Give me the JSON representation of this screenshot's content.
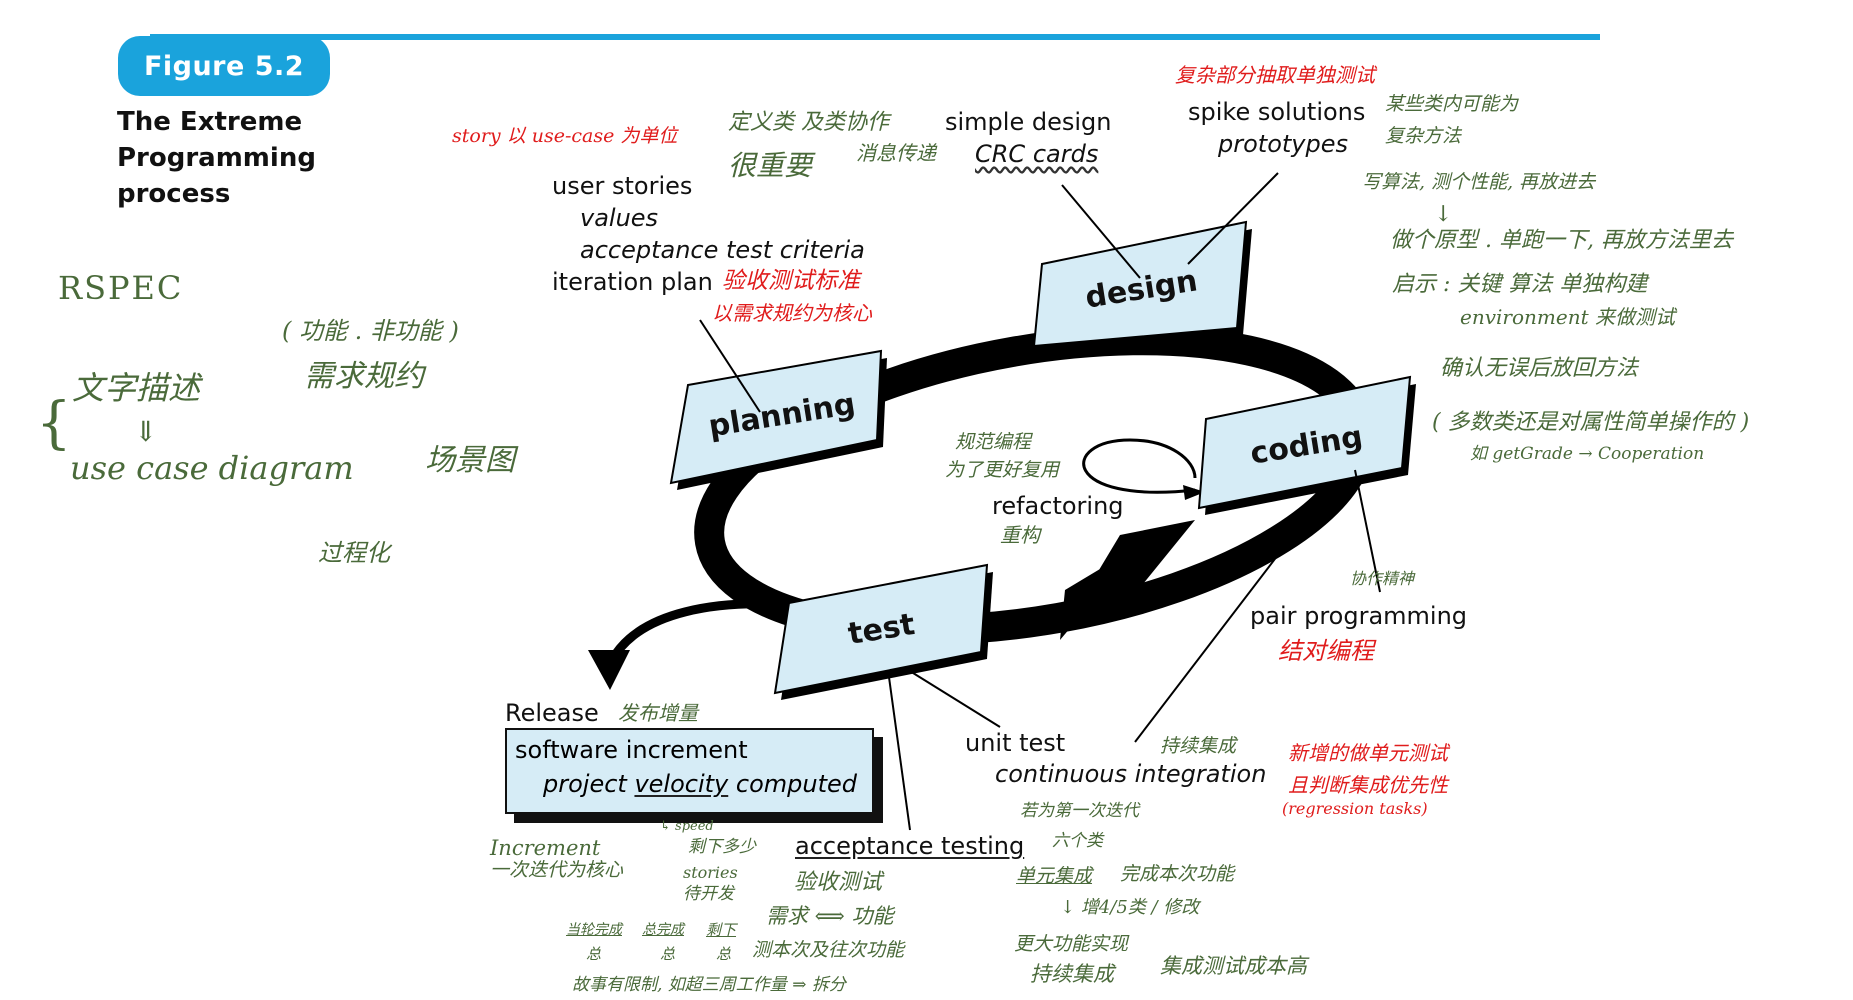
{
  "figure": {
    "tab_label": "Figure 5.2",
    "title_lines": [
      "The Extreme",
      "Programming",
      "process"
    ]
  },
  "phases": {
    "planning": "planning",
    "design": "design",
    "coding": "coding",
    "test": "test"
  },
  "labels": {
    "user_stories": "user stories",
    "values": "values",
    "acceptance_criteria": "acceptance test criteria",
    "iteration_plan": "iteration plan",
    "simple_design": "simple design",
    "crc_cards": "CRC cards",
    "spike_solutions": "spike solutions",
    "prototypes": "prototypes",
    "refactoring": "refactoring",
    "pair_programming": "pair programming",
    "unit_test": "unit test",
    "continuous_integration": "continuous integration",
    "release": "Release",
    "software_increment": "software increment",
    "project_velocity_pre": "project ",
    "project_velocity_word": "velocity",
    "project_velocity_post": " computed",
    "acceptance_testing": "acceptance testing"
  },
  "handwritten": {
    "story_use_case": "story 以 use-case 为单位",
    "define_class": "定义类 及类协作",
    "important": "很重要",
    "message_passing": "消息传递",
    "spike_note": "复杂部分抽取单独测试",
    "class_method_1": "某些类内可能为",
    "class_method_2": "复杂方法",
    "write_algo": "写算法, 测个性能, 再放进去",
    "arrow_down_1": "↓",
    "prototype_note": "做个原型 . 单跑一下, 再放方法里去",
    "enlighten": "启示 : 关键 算法 单独构建",
    "environment": "environment 来做测试",
    "confirm": "确认无误后放回方法",
    "most_classes": "( 多数类还是对属性简单操作的 )",
    "get_grade": "如  getGrade → Cooperation",
    "acceptance_std": "验收测试标准",
    "requirement_core": "以需求规约为核心",
    "rspec": "RSPEC",
    "func_nonfunc": "( 功能 . 非功能 )",
    "text_desc": "文字描述",
    "req_spec": "需求规约",
    "brace": "{",
    "double_arrow": "⇓",
    "use_case_diagram": "use case diagram",
    "scene_diagram": "场景图",
    "procedural": "过程化",
    "standard_coding": "规范编程",
    "better_reuse": "为了更好复用",
    "refactor_cn": "重构",
    "collaboration": "协作精神",
    "pair_cn": "结对编程",
    "release_incr": "发布增量",
    "speed": "↳ speed",
    "increment": "Increment",
    "iteration_core": "一次迭代为核心",
    "remaining": "剩下多少",
    "stories": "stories",
    "to_develop": "待开发",
    "acceptance_test_cn": "验收测试",
    "req_func": "需求 ⟺ 功能",
    "test_this_prev": "测本次及往次功能",
    "done_this_round": "当轮完成",
    "done_total": "总完成",
    "remaining2": "剩下",
    "total": "总",
    "story_limit": "故事有限制, 如超三周工作量 ⇒ 拆分",
    "continuous_cn": "持续集成",
    "first_iter": "若为第一次迭代",
    "six_classes": "六个类",
    "unit_integ": "单元集成",
    "complete_func": "完成本次功能",
    "add_classes": "↓ 增4/5类 / 修改",
    "bigger_func": "更大功能实现",
    "continuous_cn2": "持续集成",
    "integ_cost": "集成测试成本高",
    "new_unit_test": "新增的做单元测试",
    "judge_integ": "且判断集成优先性",
    "regression": "(regression tasks)"
  }
}
